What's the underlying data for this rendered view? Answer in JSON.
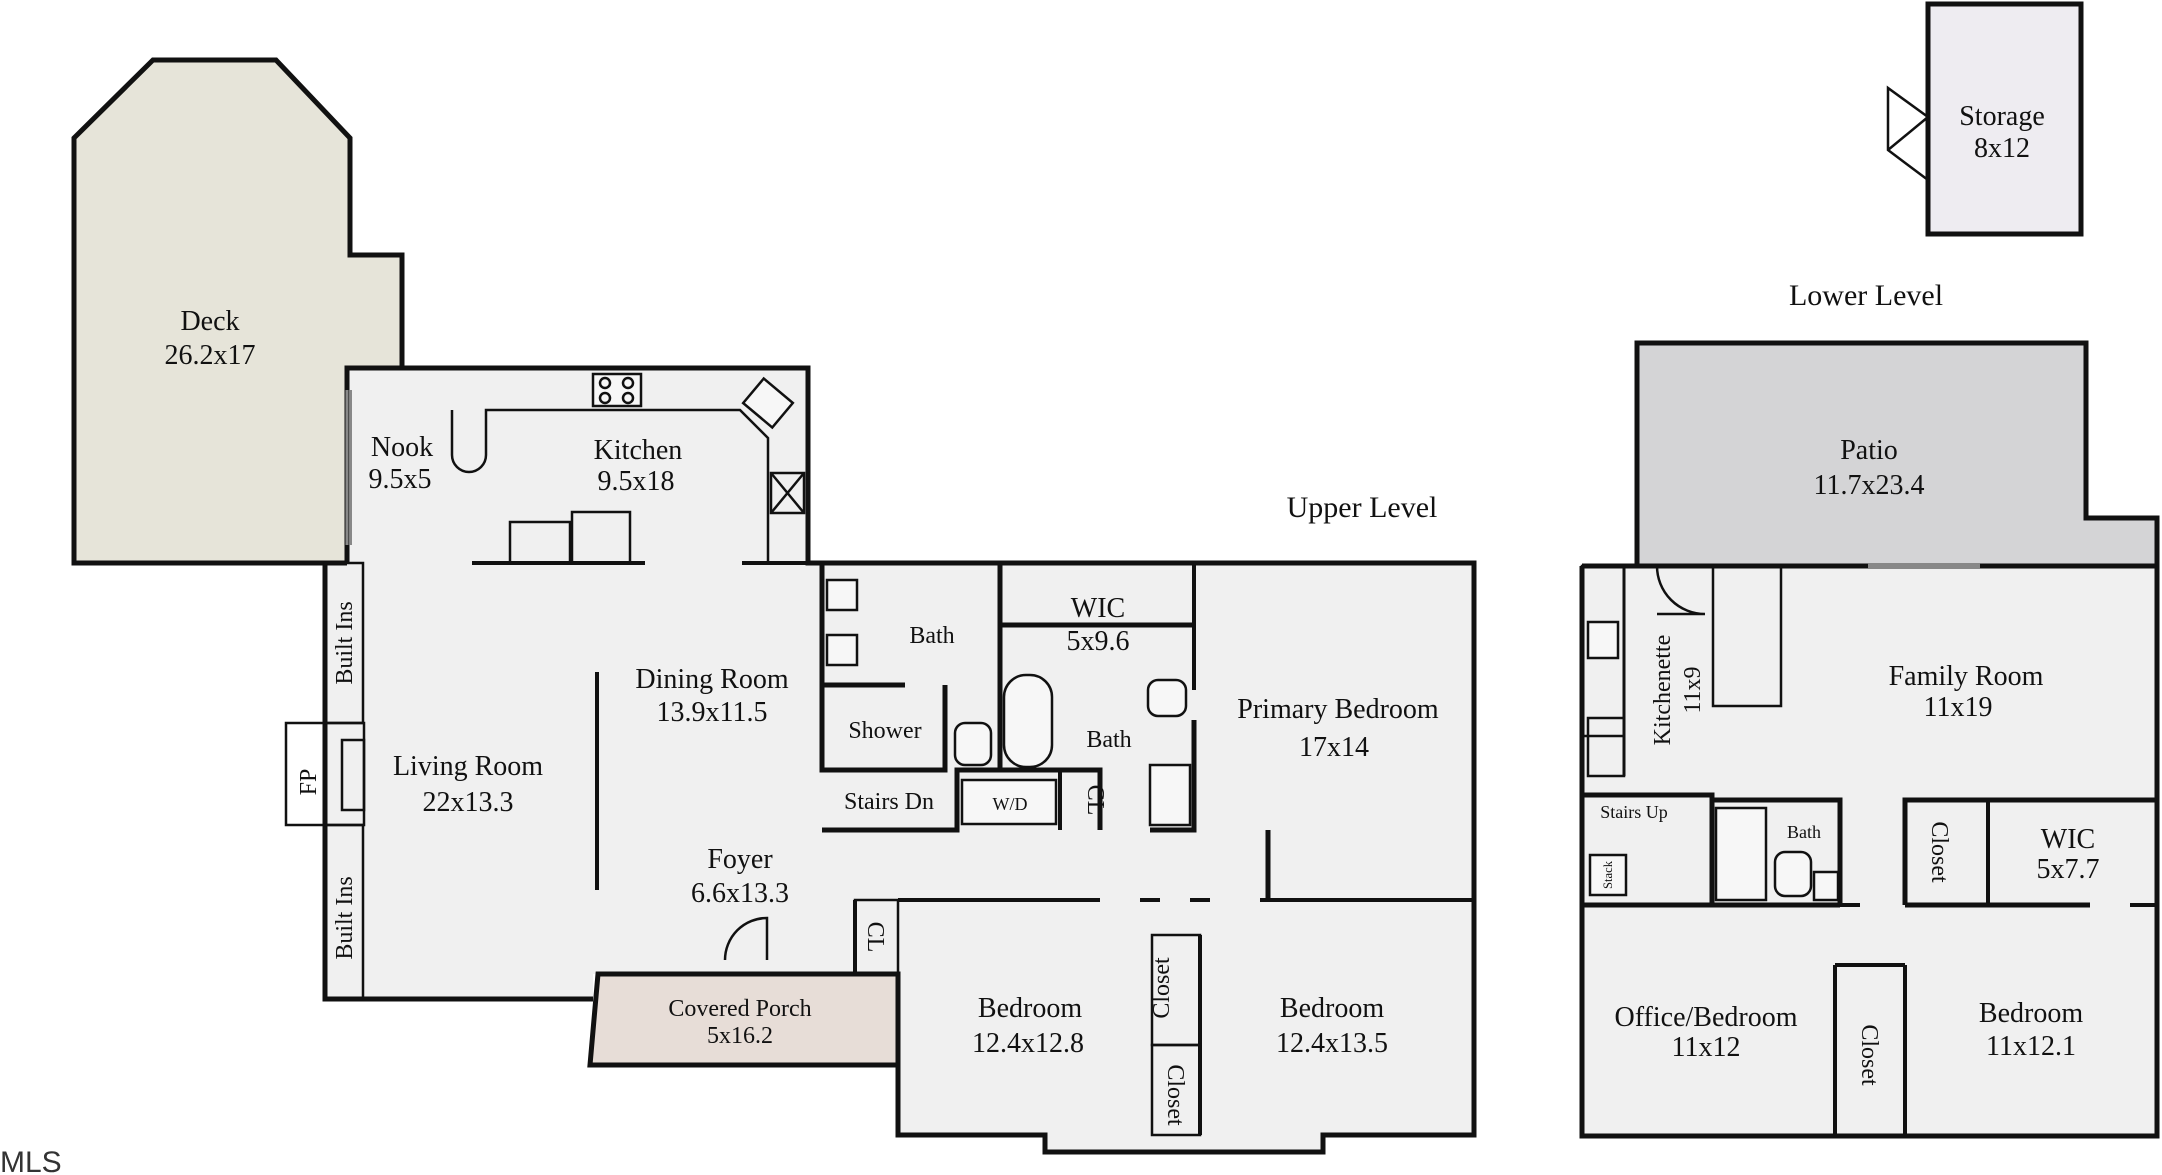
{
  "levels": {
    "upper": "Upper Level",
    "lower": "Lower Level"
  },
  "watermark": "MLS",
  "rooms": {
    "deck": {
      "name": "Deck",
      "size": "26.2x17"
    },
    "nook": {
      "name": "Nook",
      "size": "9.5x5"
    },
    "kitchen": {
      "name": "Kitchen",
      "size": "9.5x18"
    },
    "dining_room": {
      "name": "Dining Room",
      "size": "13.9x11.5"
    },
    "living_room": {
      "name": "Living Room",
      "size": "22x13.3"
    },
    "foyer": {
      "name": "Foyer",
      "size": "6.6x13.3"
    },
    "covered_porch": {
      "name": "Covered Porch",
      "size": "5x16.2"
    },
    "bath_upper": {
      "name": "Bath"
    },
    "shower": {
      "name": "Shower"
    },
    "stairs_dn": {
      "name": "Stairs Dn"
    },
    "wd": {
      "name": "W/D"
    },
    "cl_laundry": {
      "name": "CL"
    },
    "cl_foyer": {
      "name": "CL"
    },
    "wic_upper": {
      "name": "WIC",
      "size": "5x9.6"
    },
    "bath_primary": {
      "name": "Bath"
    },
    "primary_bedroom": {
      "name": "Primary Bedroom",
      "size": "17x14"
    },
    "bedroom_a": {
      "name": "Bedroom",
      "size": "12.4x12.8"
    },
    "bedroom_b": {
      "name": "Bedroom",
      "size": "12.4x13.5"
    },
    "closet_a": {
      "name": "Closet"
    },
    "closet_b": {
      "name": "Closet"
    },
    "built_ins_top": {
      "name": "Built Ins"
    },
    "built_ins_bottom": {
      "name": "Built Ins"
    },
    "fp": {
      "name": "FP"
    },
    "storage": {
      "name": "Storage",
      "size": "8x12"
    },
    "patio": {
      "name": "Patio",
      "size": "11.7x23.4"
    },
    "kitchenette": {
      "name": "Kitchenette",
      "size": "11x9"
    },
    "family_room": {
      "name": "Family Room",
      "size": "11x19"
    },
    "stairs_up": {
      "name": "Stairs Up"
    },
    "stack": {
      "name": "Stack"
    },
    "bath_lower": {
      "name": "Bath"
    },
    "closet_lower_a": {
      "name": "Closet"
    },
    "wic_lower": {
      "name": "WIC",
      "size": "5x7.7"
    },
    "office_bedroom": {
      "name": "Office/Bedroom",
      "size": "11x12"
    },
    "closet_lower_b": {
      "name": "Closet"
    },
    "bedroom_lower": {
      "name": "Bedroom",
      "size": "11x12.1"
    }
  },
  "colors": {
    "deck": "#e6e4d9",
    "patio": "#d4d4d6",
    "storage": "#eeecf1",
    "porch": "#e7ddd7",
    "floor": "#f0f0f0",
    "wall": "#111111"
  }
}
